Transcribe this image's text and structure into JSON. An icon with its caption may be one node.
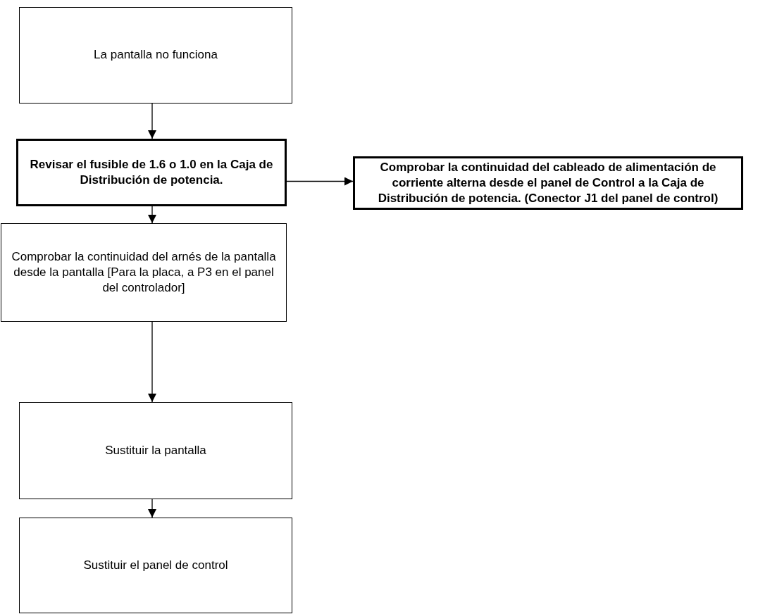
{
  "diagram": {
    "nodes": [
      {
        "text": [
          "La pantalla no funciona"
        ]
      },
      {
        "text": [
          "Revisar el fusible de 1.6 o 1.0 en la Caja de Distribución de potencia."
        ]
      },
      {
        "text": [
          "Comprobar la continuidad del cableado de alimentación de corriente alterna desde el panel de Control a la Caja de Distribución de potencia. (Conector J1 del panel de control)"
        ]
      },
      {
        "text": [
          "Comprobar la continuidad del arnés de la pantalla desde la pantalla [Para la placa, a P3 en el panel del controlador]"
        ]
      },
      {
        "text": [
          "Sustituir la pantalla"
        ]
      },
      {
        "text": [
          "Sustituir el panel de control"
        ]
      }
    ],
    "edges": [
      {
        "from": 0,
        "to": 1,
        "arrow": "to"
      },
      {
        "from": 1,
        "to": 2,
        "arrow": "to"
      },
      {
        "from": 1,
        "to": 3,
        "arrow": "to"
      },
      {
        "from": 3,
        "to": 4,
        "arrow": "to"
      },
      {
        "from": 4,
        "to": 5,
        "arrow": "to"
      }
    ]
  }
}
